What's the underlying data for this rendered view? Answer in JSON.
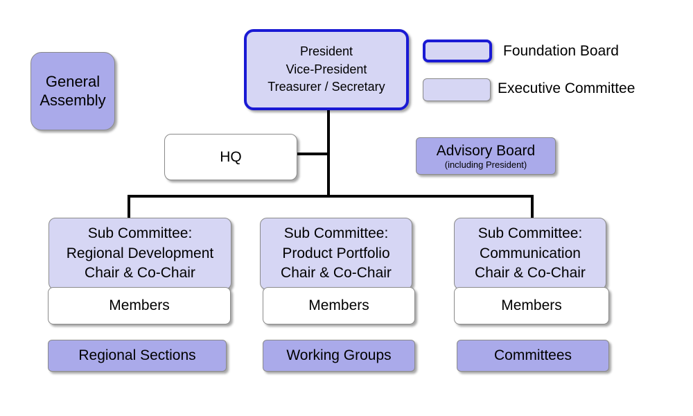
{
  "general_assembly": [
    "General",
    "Assembly"
  ],
  "foundation_board": [
    "President",
    "Vice-President",
    "Treasurer / Secretary"
  ],
  "legend": {
    "foundation_board": "Foundation Board",
    "executive_committee": "Executive Committee"
  },
  "hq": "HQ",
  "advisory_board": {
    "title": "Advisory Board",
    "note": "(including President)"
  },
  "subcommittees": [
    {
      "lines": [
        "Sub Committee:",
        "Regional Development",
        "Chair & Co-Chair"
      ],
      "members": "Members",
      "group": "Regional Sections"
    },
    {
      "lines": [
        "Sub Committee:",
        "Product Portfolio",
        "Chair & Co-Chair"
      ],
      "members": "Members",
      "group": "Working Groups"
    },
    {
      "lines": [
        "Sub Committee:",
        "Communication",
        "Chair & Co-Chair"
      ],
      "members": "Members",
      "group": "Committees"
    }
  ],
  "colors": {
    "foundation_border": "#1a1ad4",
    "executive_fill": "#d6d6f4",
    "group_fill": "#aaaaea"
  }
}
